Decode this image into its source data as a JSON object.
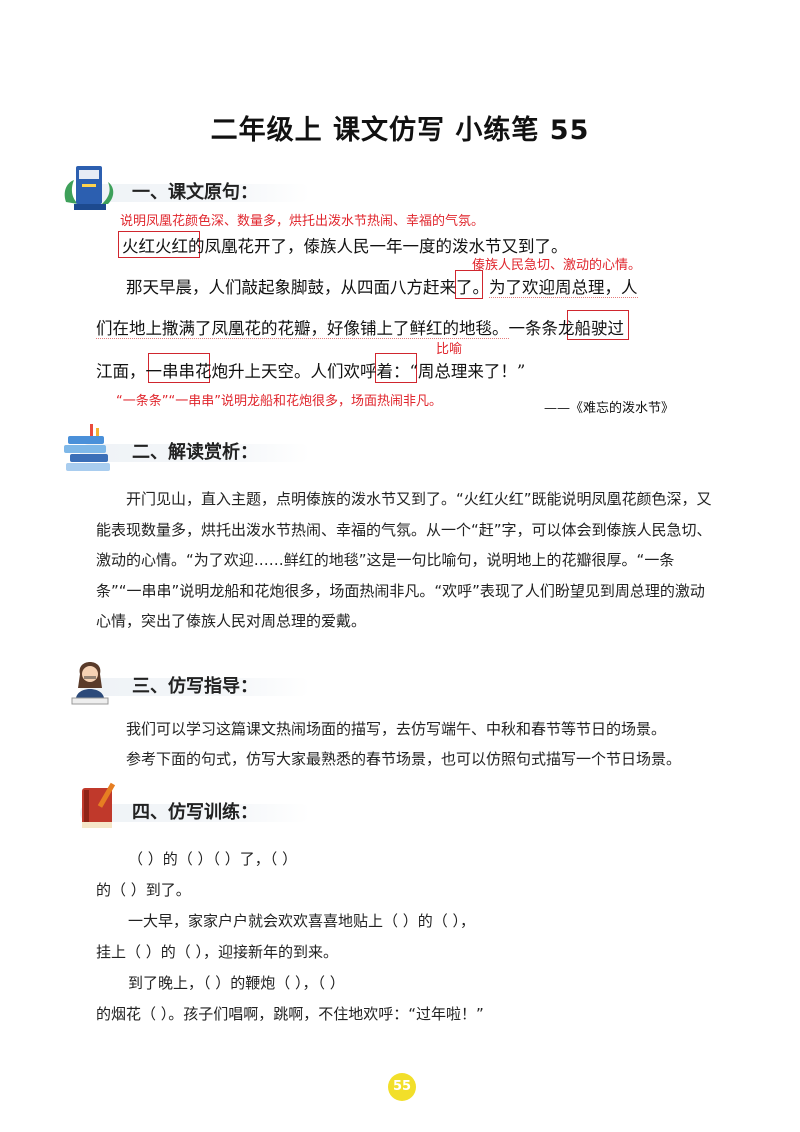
{
  "title": "二年级上  课文仿写  小练笔 55",
  "sections": {
    "s1": "一、课文原句：",
    "s2": "二、解读赏析：",
    "s3": "三、仿写指导：",
    "s4": "四、仿写训练："
  },
  "annotations": {
    "a1": "说明凤凰花颜色深、数量多，烘托出泼水节热闹、幸福的气氛。",
    "a2": "傣族人民急切、激动的心情。",
    "a3": "比喻",
    "a4": "“一条条”“一串串”说明龙船和花炮很多，场面热闹非凡。"
  },
  "original": {
    "l1_box": "火红火红",
    "l1_rest": "的凤凰花开了，傣族人民一年一度的泼水节又到了。",
    "l2_a": "那天早晨，人们敲起象脚鼓，从四面八方",
    "l2_box": "赶",
    "l2_b": "来了。",
    "l2_c": "为了欢迎周总理，人",
    "l3_a": "们在地上撒满了凤凰花的花瓣，好像铺上了鲜红的地毯。",
    "l3_box": "一条条",
    "l3_b": "龙船驶过",
    "l4_a": "江面，",
    "l4_box1": "一串串",
    "l4_b": "花炮升上天空。人们",
    "l4_box2": "欢呼",
    "l4_c": "着：“周总理来了！”",
    "source": "——《难忘的泼水节》"
  },
  "analysis": [
    "开门见山，直入主题，点明傣族的泼水节又到了。“火红火红”既能说明凤凰花颜色深，又能表现数量多，烘托出泼水节热闹、幸福的气氛。从一个“赶”字，可以体会到傣族人民急切、激动的心情。“为了欢迎……鲜红的地毯”这是一句比喻句，说明地上的花瓣很厚。“一条条”“一串串”说明龙船和花炮很多，场面热闹非凡。“欢呼”表现了人们盼望见到周总理的激动心情，突出了傣族人民对周总理的爱戴。"
  ],
  "guide": [
    "我们可以学习这篇课文热闹场面的描写，去仿写端午、中秋和春节等节日的场景。",
    "参考下面的句式，仿写大家最熟悉的春节场景，也可以仿照句式描写一个节日场景。"
  ],
  "practice": {
    "p1": "（                    ）的（                ）（                ）了，（                 ）",
    "p2": "的（                ）到了。",
    "p3": "一大早，家家户户就会欢欢喜喜地贴上（                    ）的（                   ），",
    "p4": "挂上（                ）的（                   ），迎接新年的到来。",
    "p5": "到了晚上，（                    ）的鞭炮（                         ），（                   ）",
    "p6": "的烟花（                                          ）。孩子们唱啊，跳啊，不住地欢呼：“过年啦！”"
  },
  "page_number": "55",
  "colors": {
    "accent_red": "#e0262d",
    "page_badge": "#f2df2a"
  }
}
